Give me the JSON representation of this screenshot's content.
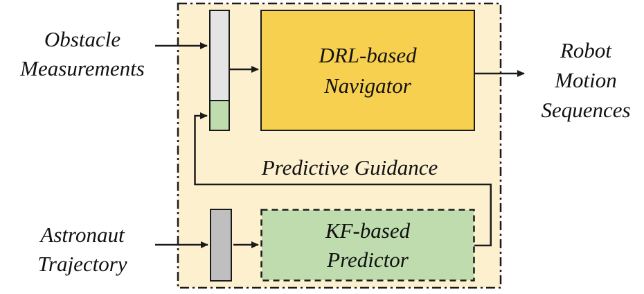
{
  "diagram": {
    "external_labels": {
      "obstacle": {
        "line1": "Obstacle",
        "line2": "Measurements"
      },
      "astronaut": {
        "line1": "Astronaut",
        "line2": "Trajectory"
      },
      "robot": {
        "line1": "Robot",
        "line2": "Motion",
        "line3": "Sequences"
      }
    },
    "nodes": {
      "navigator": {
        "line1": "DRL-based",
        "line2": "Navigator"
      },
      "predictor": {
        "line1": "KF-based",
        "line2": "Predictor"
      },
      "guidance_label": "Predictive Guidance"
    },
    "colors": {
      "container_bg": "#FCF0CF",
      "navigator_fill": "#F8D04F",
      "predictor_fill": "#BEDCAE",
      "obstacle_buffer_fill": "#E4E4E4",
      "guidance_buffer_fill": "#BEDCAE",
      "trajectory_buffer_fill": "#BFBFBF",
      "line_color": "#1A1A1A"
    }
  }
}
